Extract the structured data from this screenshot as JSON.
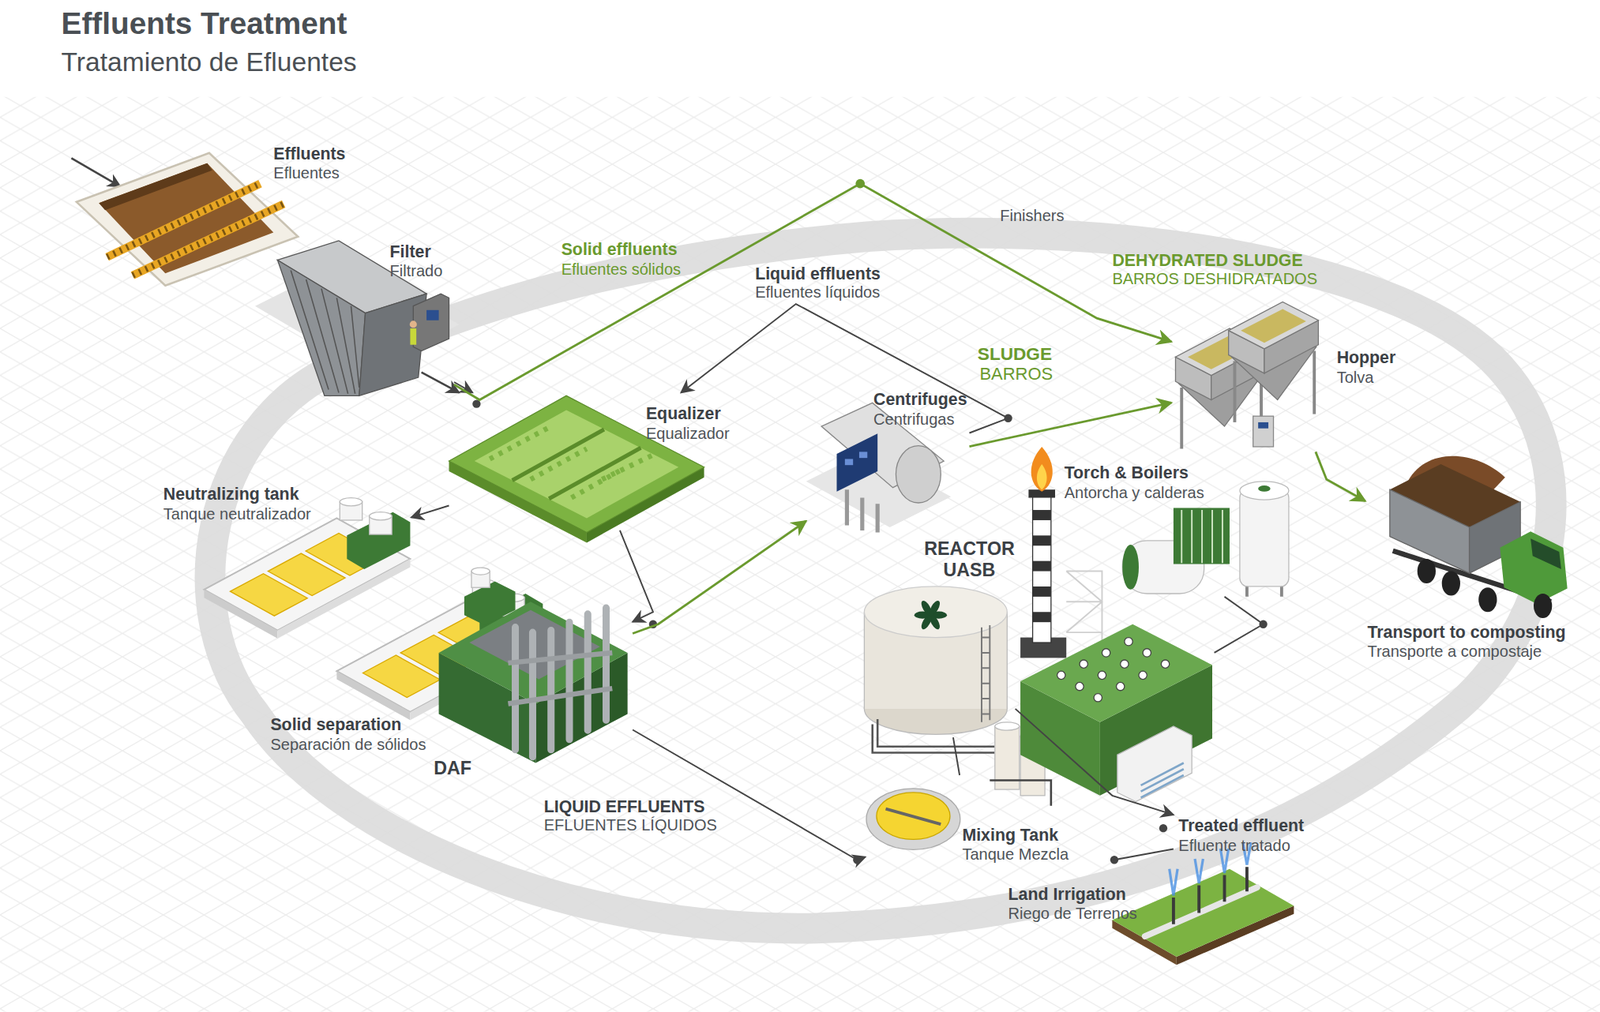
{
  "diagram": {
    "title": "Effluents Treatment",
    "nodes": [
      {
        "text": [
          "Effluents",
          "Efluentes"
        ]
      },
      {
        "text": [
          "Filter",
          "Filtrado"
        ]
      },
      {
        "text": [
          "Equalizer",
          "Equalizador"
        ]
      },
      {
        "text": [
          "Neutralizing tank",
          "Tanque neutralizador"
        ]
      },
      {
        "text": [
          "Solid separation",
          "Separación de sólidos"
        ]
      },
      {
        "text": [
          "DAF"
        ]
      },
      {
        "text": [
          "Centrifuges",
          "Centrifugas"
        ]
      },
      {
        "text": [
          "REACTOR UASB"
        ]
      },
      {
        "text": [
          "Torch & Boilers",
          "Antorcha y calderas"
        ]
      },
      {
        "text": [
          "Hopper",
          "Tolva"
        ]
      },
      {
        "text": [
          "Transport to composting",
          "Transporte a compostaje"
        ]
      },
      {
        "text": [
          "Mixing Tank",
          "Tanque Mezcla"
        ]
      },
      {
        "text": [
          "Treated effluent",
          "Efluente tratado"
        ]
      },
      {
        "text": [
          "Land Irrigation",
          "Riego de Terrenos"
        ]
      }
    ],
    "edges": [
      {
        "from": 1,
        "to": 2,
        "arrow": "to"
      },
      {
        "from": 1,
        "to": 9,
        "arrow": "to"
      },
      {
        "from": 6,
        "to": 2,
        "arrow": "to"
      },
      {
        "from": 2,
        "to": 3,
        "arrow": "to"
      },
      {
        "from": 2,
        "to": 5,
        "arrow": "to"
      },
      {
        "from": 5,
        "to": 6,
        "arrow": "to"
      },
      {
        "from": 6,
        "to": 9,
        "arrow": "to"
      },
      {
        "from": 9,
        "to": 10,
        "arrow": "to"
      },
      {
        "from": 5,
        "to": 11,
        "arrow": "to"
      },
      {
        "from": 11,
        "to": 7,
        "arrow": "none"
      },
      {
        "from": 7,
        "to": 12,
        "arrow": "to"
      },
      {
        "from": 12,
        "to": 13,
        "arrow": "none"
      }
    ],
    "labels": [
      "Tratamiento de Efluentes",
      "Solid effluents",
      "Efluentes sólidos",
      "Liquid effluents",
      "Efluentes líquidos",
      "Finishers",
      "DEHYDRATED SLUDGE",
      "BARROS DESHIDRATADOS",
      "SLUDGE",
      "BARROS",
      "LIQUID EFFLUENTS",
      "EFLUENTES LÍQUIDOS"
    ]
  }
}
